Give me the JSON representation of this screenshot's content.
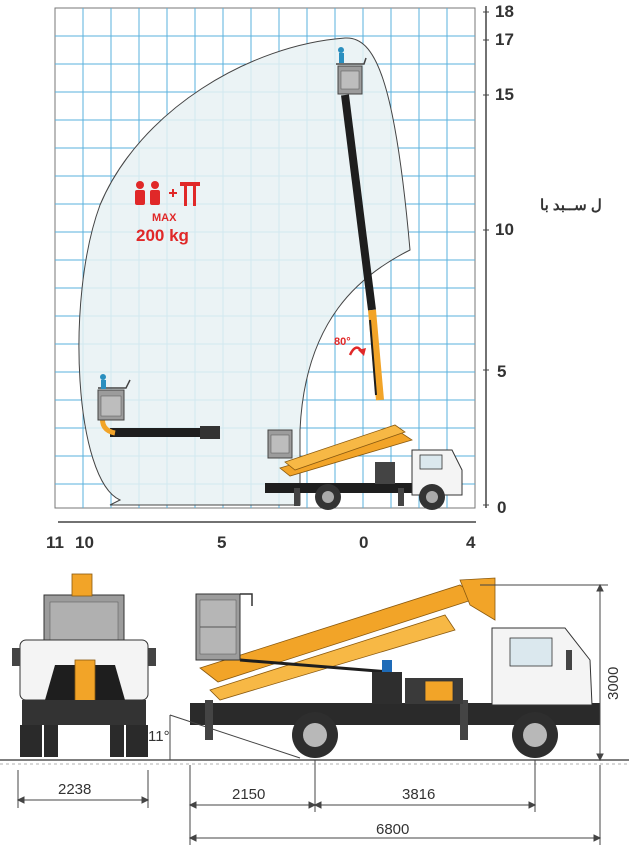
{
  "diagram": {
    "y_axis_ticks": [
      "18",
      "17",
      "15",
      "10",
      "5",
      "0"
    ],
    "x_axis_ticks": [
      "11",
      "10",
      "5",
      "0",
      "4"
    ],
    "capacity": {
      "max_label": "MAX",
      "load_label": "200 kg"
    },
    "rotation_label": "80°",
    "side_text": "ل ســبد با"
  },
  "dimensions": {
    "rear_width": "2238",
    "angle": "11°",
    "height": "3000",
    "front_to_axle": "2150",
    "wheelbase": "3816",
    "total_length": "6800"
  },
  "colors": {
    "grid": "#5ab2de",
    "envelope": "#e8f1f3",
    "boom_orange": "#f2a428",
    "boom_dark": "#1e1e1e",
    "capacity_red": "#e02828"
  }
}
